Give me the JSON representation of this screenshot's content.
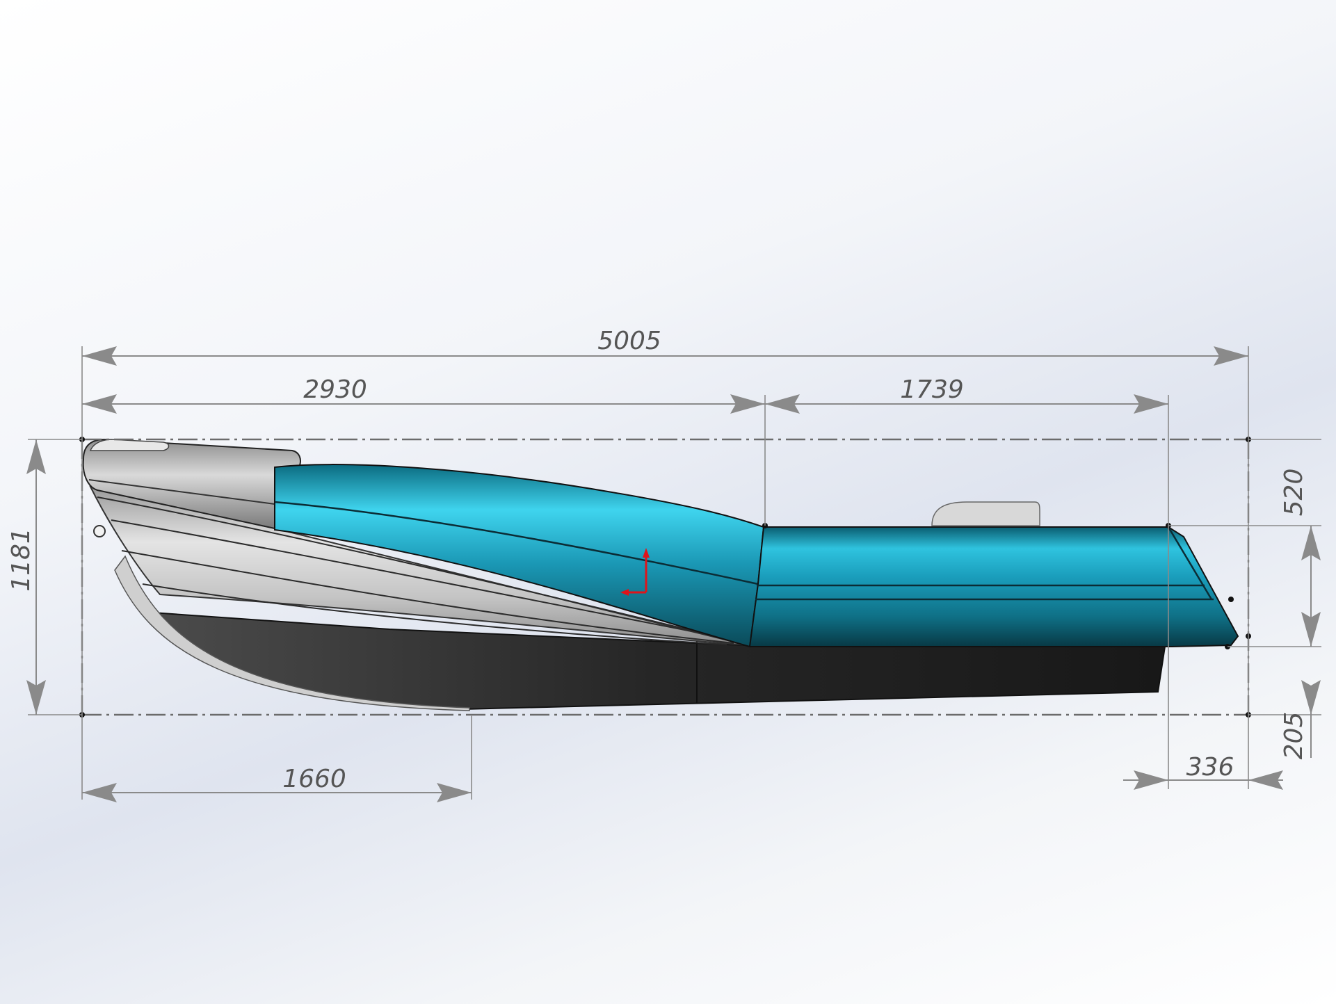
{
  "drawing": {
    "dimensions": {
      "overall_length": "5005",
      "bow_section_length": "2930",
      "aft_tube_length": "1739",
      "keel_length": "1660",
      "overall_height": "1181",
      "tube_height": "520",
      "transom_drop": "205",
      "transom_offset": "336"
    },
    "colors": {
      "tube": "#1fa2bf",
      "hull_gray": "#bcbcbc",
      "hull_dark": "#262626",
      "dimension": "#8a8a8a",
      "origin_y_axis": "#e0141a"
    }
  }
}
